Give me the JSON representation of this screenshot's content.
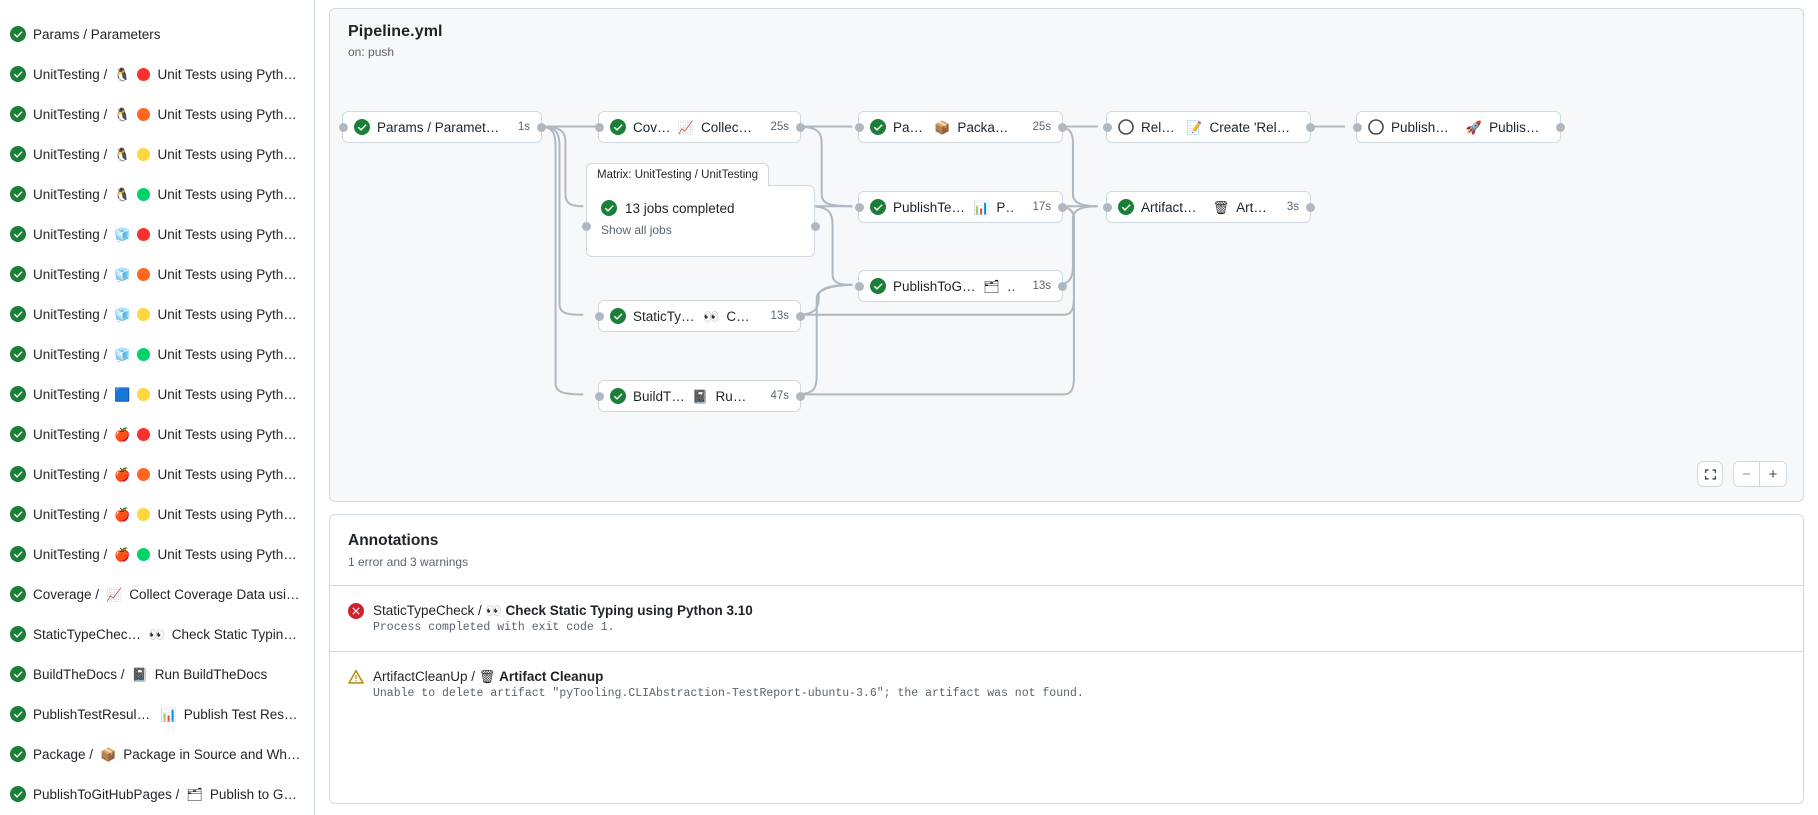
{
  "sidebar": {
    "jobs": [
      {
        "status": "success",
        "name": "Params / Parameters",
        "icons": []
      },
      {
        "status": "success",
        "name": "UnitTesting / ",
        "icons": [
          "🐧",
          "#f8312f"
        ],
        "suffix": "Unit Tests using Pyth…"
      },
      {
        "status": "success",
        "name": "UnitTesting / ",
        "icons": [
          "🐧",
          "#ff6723"
        ],
        "suffix": "Unit Tests using Pyth…"
      },
      {
        "status": "success",
        "name": "UnitTesting / ",
        "icons": [
          "🐧",
          "#fcd53f"
        ],
        "suffix": "Unit Tests using Pyth…"
      },
      {
        "status": "success",
        "name": "UnitTesting / ",
        "icons": [
          "🐧",
          "#00d26a"
        ],
        "suffix": "Unit Tests using Pyth…"
      },
      {
        "status": "success",
        "name": "UnitTesting / ",
        "icons": [
          "🧊",
          "#f8312f"
        ],
        "suffix": "Unit Tests using Pyth…"
      },
      {
        "status": "success",
        "name": "UnitTesting / ",
        "icons": [
          "🧊",
          "#ff6723"
        ],
        "suffix": "Unit Tests using Pyth…"
      },
      {
        "status": "success",
        "name": "UnitTesting / ",
        "icons": [
          "🧊",
          "#fcd53f"
        ],
        "suffix": "Unit Tests using Pyth…"
      },
      {
        "status": "success",
        "name": "UnitTesting / ",
        "icons": [
          "🧊",
          "#00d26a"
        ],
        "suffix": "Unit Tests using Pyth…"
      },
      {
        "status": "success",
        "name": "UnitTesting / ",
        "icons": [
          "🟦",
          "#fcd53f"
        ],
        "suffix": "Unit Tests using Pyth…"
      },
      {
        "status": "success",
        "name": "UnitTesting / ",
        "icons": [
          "🍎",
          "#f8312f"
        ],
        "suffix": "Unit Tests using Pyth…"
      },
      {
        "status": "success",
        "name": "UnitTesting / ",
        "icons": [
          "🍎",
          "#ff6723"
        ],
        "suffix": "Unit Tests using Pyth…"
      },
      {
        "status": "success",
        "name": "UnitTesting / ",
        "icons": [
          "🍎",
          "#fcd53f"
        ],
        "suffix": "Unit Tests using Pyth…"
      },
      {
        "status": "success",
        "name": "UnitTesting / ",
        "icons": [
          "🍎",
          "#00d26a"
        ],
        "suffix": "Unit Tests using Pyth…"
      },
      {
        "status": "success",
        "name": "Coverage / ",
        "icons": [
          "📈"
        ],
        "suffix": "Collect Coverage Data usi…"
      },
      {
        "status": "success",
        "name": "StaticTypeCheck / ",
        "icons": [
          "👀"
        ],
        "suffix": "Check Static Typing…"
      },
      {
        "status": "success",
        "name": "BuildTheDocs / ",
        "icons": [
          "📓"
        ],
        "suffix": "Run BuildTheDocs"
      },
      {
        "status": "success",
        "name": "PublishTestResults / ",
        "icons": [
          "📊"
        ],
        "suffix": "Publish Test Resu…"
      },
      {
        "status": "success",
        "name": "Package / ",
        "icons": [
          "📦"
        ],
        "suffix": "Package in Source and Wh…"
      },
      {
        "status": "success",
        "name": "PublishToGitHubPages / ",
        "icons": [
          "🗂"
        ],
        "suffix": "Publish to G…"
      }
    ]
  },
  "graph": {
    "title": "Pipeline.yml",
    "subtitle": "on: push",
    "nodes": [
      {
        "id": "params",
        "status": "success",
        "label": "Params / Parameters",
        "emoji": "",
        "time": "1s"
      },
      {
        "id": "coverage",
        "status": "success",
        "label": "Coverage / ",
        "emoji": "📈",
        "label2": "Collect Cove…",
        "time": "25s"
      },
      {
        "id": "package",
        "status": "success",
        "label": "Package / ",
        "emoji": "📦",
        "label2": "Package in So…",
        "time": "25s"
      },
      {
        "id": "release",
        "status": "pending",
        "label": "Release / ",
        "emoji": "📝",
        "label2": "Create 'Release P…",
        "time": ""
      },
      {
        "id": "pypi",
        "status": "pending",
        "label": "PublishOnPyPI / ",
        "emoji": "🚀",
        "label2": "Publish to …",
        "time": ""
      },
      {
        "id": "testres",
        "status": "success",
        "label": "PublishTestResults / ",
        "emoji": "📊",
        "label2": "Pu…",
        "time": "17s"
      },
      {
        "id": "cleanup",
        "status": "success",
        "label": "ArtifactCleanUp / ",
        "emoji": "🗑",
        "label2": "Artifac…",
        "time": "3s"
      },
      {
        "id": "ghpages",
        "status": "success",
        "label": "PublishToGitHubPages / ",
        "emoji": "🗂",
        "label2": "…",
        "time": "13s"
      },
      {
        "id": "typecheck",
        "status": "success",
        "label": "StaticTypeCheck / ",
        "emoji": "👀",
        "label2": "Chec…",
        "time": "13s"
      },
      {
        "id": "builddocs",
        "status": "success",
        "label": "BuildTheDocs / ",
        "emoji": "📓",
        "label2": "Run Buil…",
        "time": "47s"
      }
    ],
    "matrix": {
      "tab_label": "Matrix: UnitTesting / UnitTesting",
      "status": "success",
      "summary": "13 jobs completed",
      "show_all": "Show all jobs"
    },
    "controls": {
      "fit_label": "fit-to-screen-icon",
      "zoom_out_label": "−",
      "zoom_in_label": "+"
    }
  },
  "annotations": {
    "title": "Annotations",
    "subtitle": "1 error and 3 warnings",
    "items": [
      {
        "severity": "error",
        "job": "StaticTypeCheck / ",
        "emoji": "👀",
        "step": "Check Static Typing using Python 3.10",
        "message": "Process completed with exit code 1."
      },
      {
        "severity": "warning",
        "job": "ArtifactCleanUp / ",
        "emoji": "🗑",
        "step": "Artifact Cleanup",
        "message": "Unable to delete artifact \"pyTooling.CLIAbstraction-TestReport-ubuntu-3.6\"; the artifact was not found."
      }
    ]
  },
  "colors": {
    "success": "#1a7f37",
    "error": "#cf222e",
    "warning": "#bf8700",
    "pending": "#59636e",
    "border": "#d1d9e0",
    "edge": "#afb8c1",
    "canvas": "#f6f8fa"
  }
}
